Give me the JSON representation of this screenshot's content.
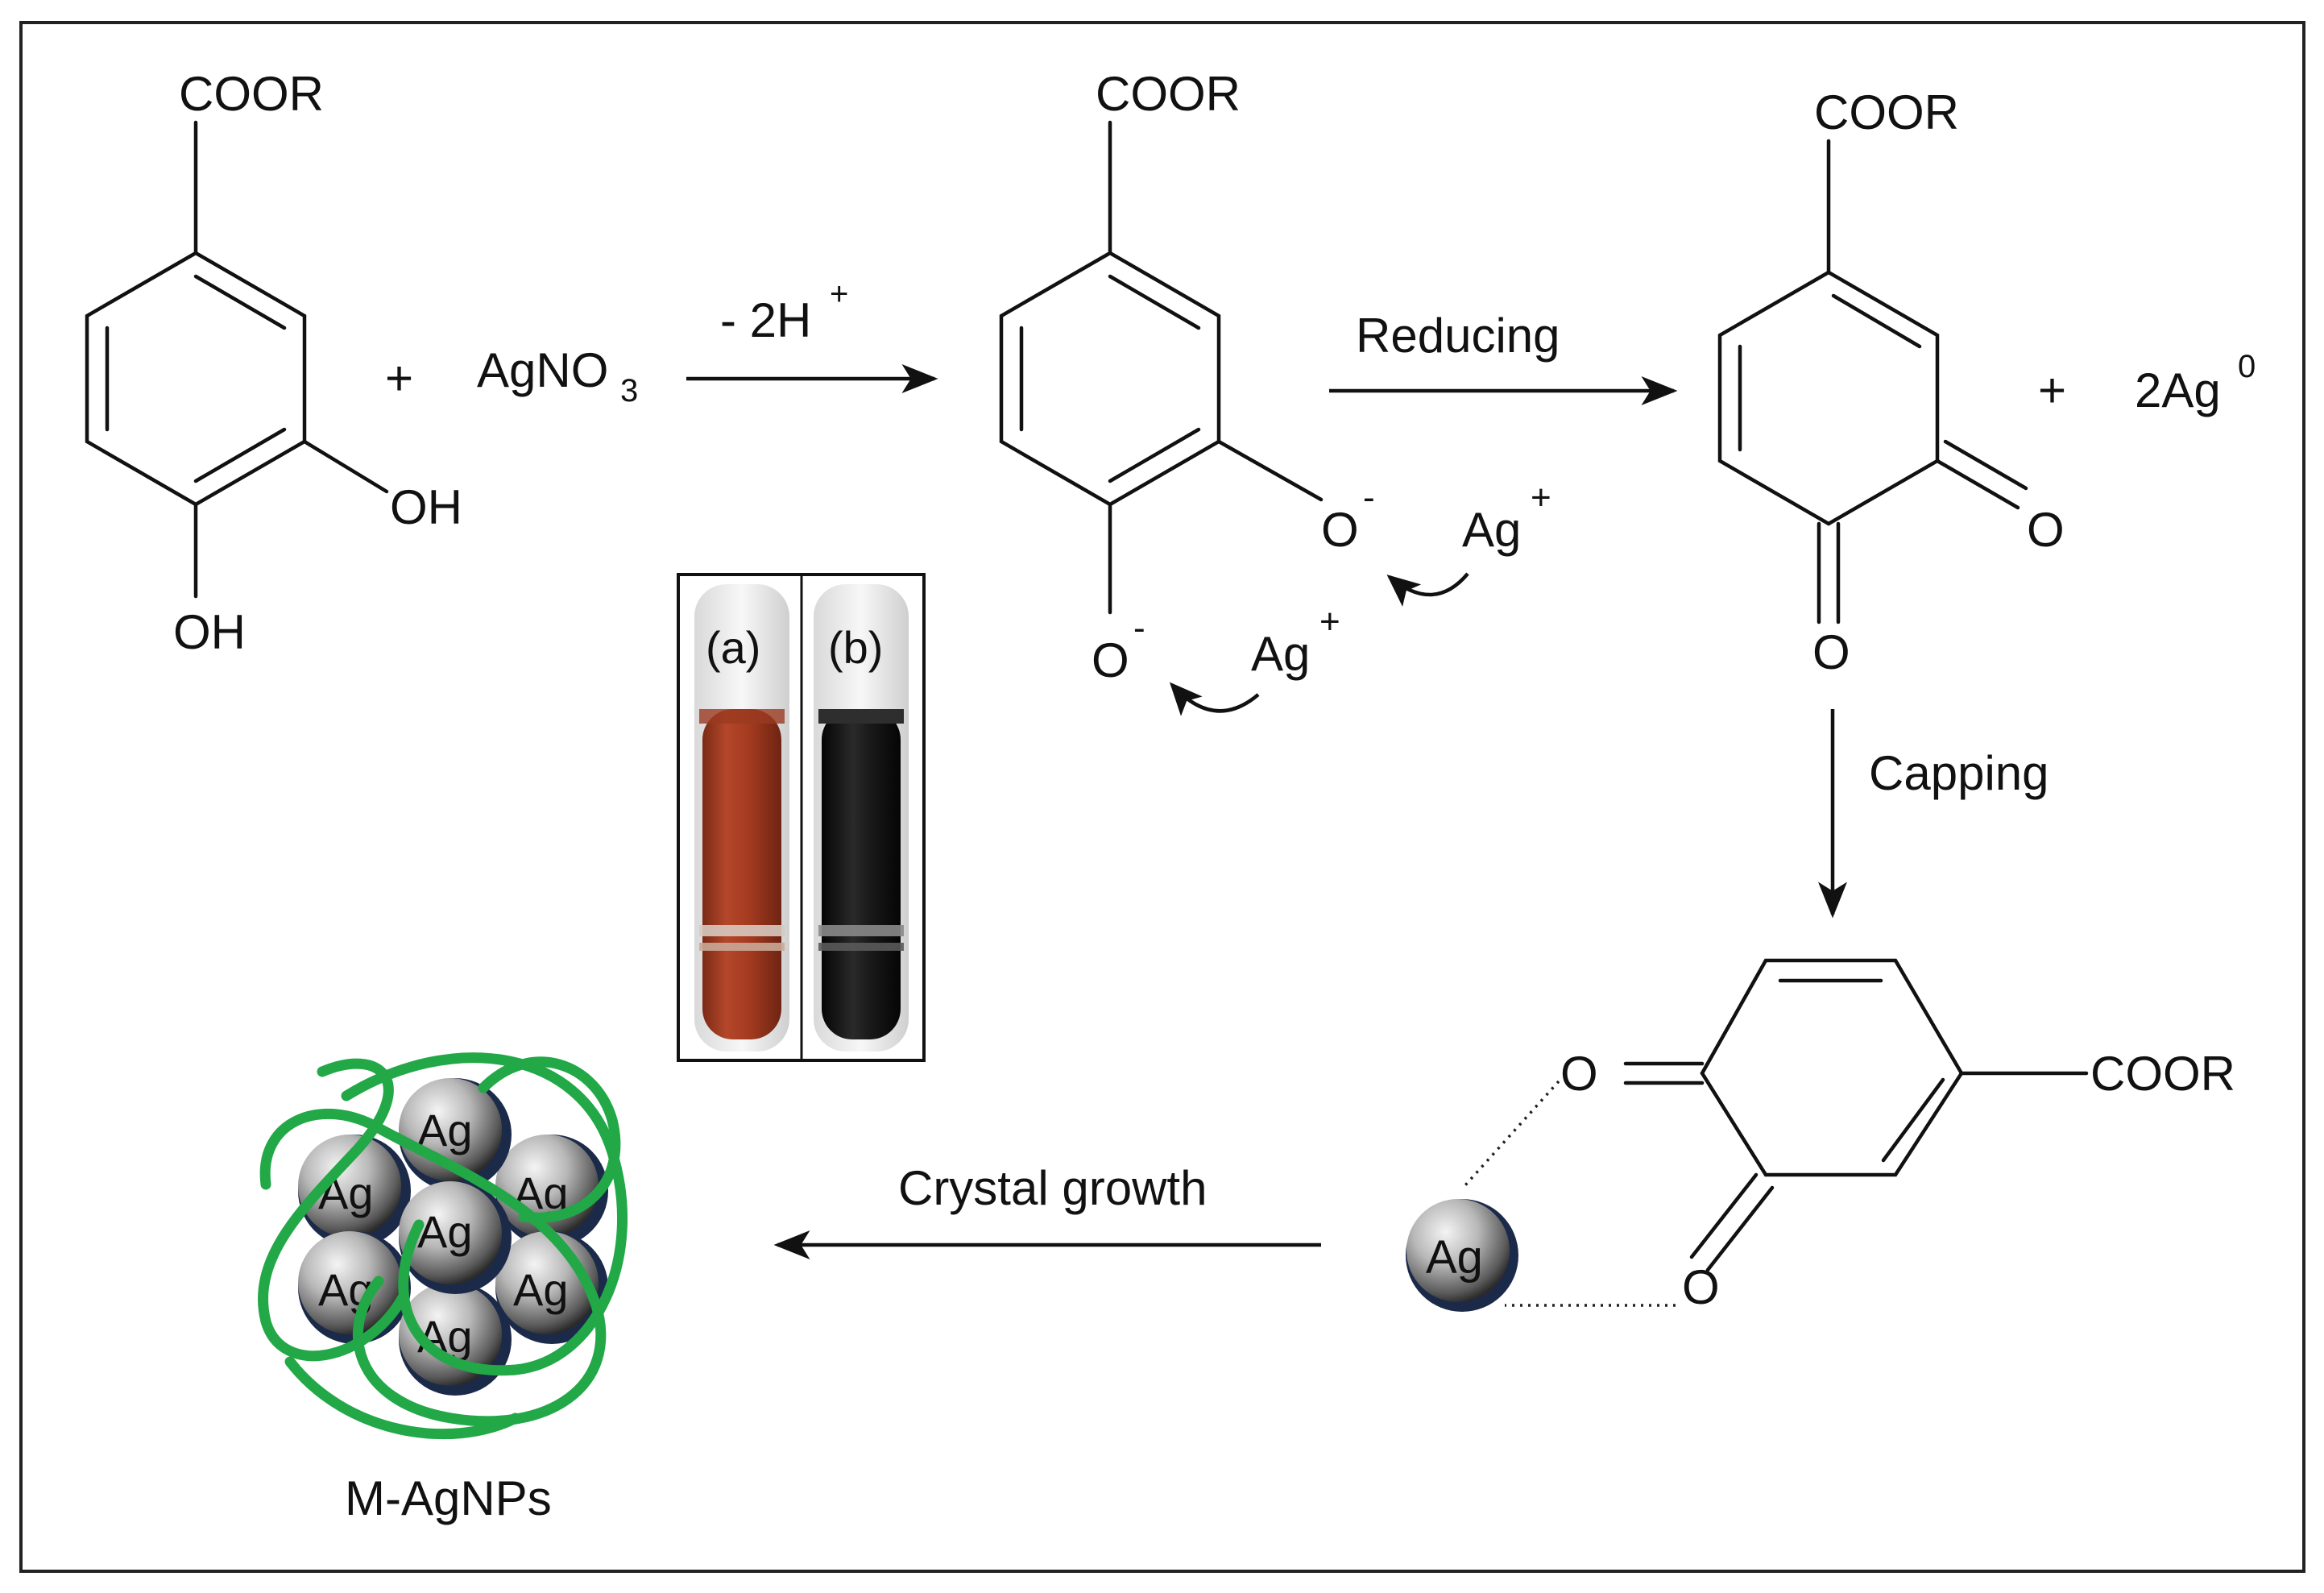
{
  "labels": {
    "coor": "COOR",
    "oh": "OH",
    "plus": "+",
    "agno3_main": "AgNO",
    "agno3_sub": "3",
    "minus_2h_prefix": "- 2H",
    "plus_superscript": "+",
    "minus_superscript": "-",
    "reducing": "Reducing",
    "ag": "Ag",
    "two_ag": "2Ag",
    "zero_superscript": "0",
    "o": "O",
    "capping": "Capping",
    "crystal_growth": "Crystal growth",
    "m_agnps": "M-AgNPs",
    "tube_a": "(a)",
    "tube_b": "(b)"
  },
  "colors": {
    "ink": "#111111",
    "polymer_green": "#22a847",
    "tube_a_solution": "#a33a1f",
    "tube_b_solution": "#141414",
    "sphere_highlight": "#f4f4f4",
    "sphere_shadow": "#4a4a4a",
    "sphere_rim": "#1c2a4a"
  }
}
